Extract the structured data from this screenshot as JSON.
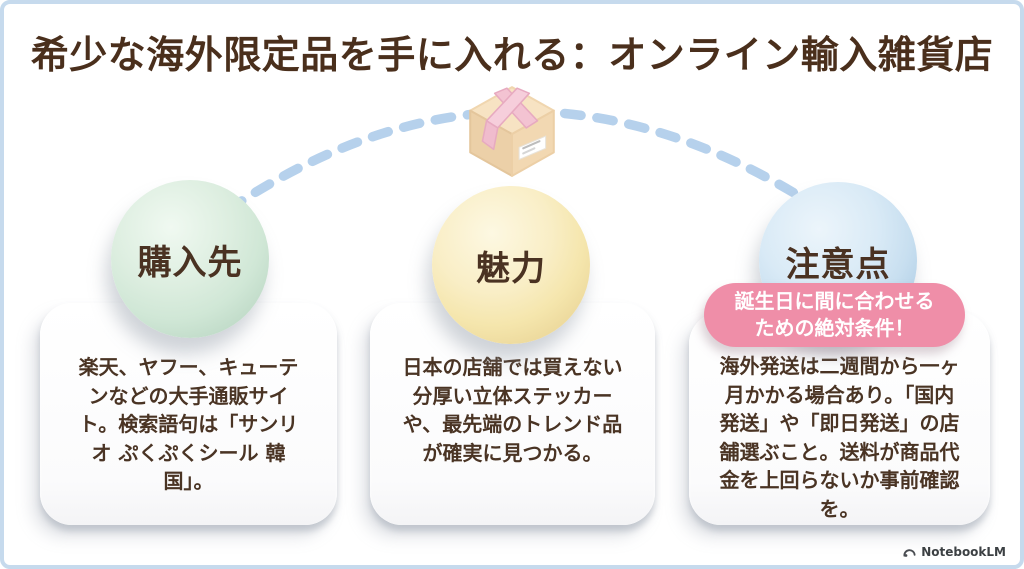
{
  "title": "希少な海外限定品を手に入れる：オンライン輸入雑貨店",
  "center_icon": "gift-package-icon",
  "columns": [
    {
      "id": "purchase-source",
      "sphere_label": "購入先",
      "sphere_color": "#d7ebdb",
      "body": "楽天、ヤフー、キューテンなどの大手通販サイト。検索語句は「サンリオ ぷくぷくシール 韓国」。"
    },
    {
      "id": "appeal",
      "sphere_label": "魅力",
      "sphere_color": "#f7eabd",
      "body": "日本の店舗では買えない分厚い立体ステッカーや、最先端のトレンド品が確実に見つかる。"
    },
    {
      "id": "caution",
      "sphere_label": "注意点",
      "sphere_color": "#cbe1f2",
      "badge": "誕生日に間に合わせるための絶対条件！",
      "body": "海外発送は二週間から一ヶ月かかる場合あり。「国内発送」や「即日発送」の店舗選ぶこと。送料が商品代金を上回らないか事前確認を。"
    }
  ],
  "footer": {
    "brand": "NotebookLM"
  },
  "colors": {
    "title_text": "#4a2f1c",
    "body_text": "#4a3424",
    "frame_border": "#c6daed",
    "connector_dash": "#b6d1ec",
    "card_bg": "#ffffff",
    "badge_bg": "#ef8ea8",
    "badge_text": "#ffffff",
    "package_beige": "#f1d7b1",
    "package_ribbon": "#f3c3d2"
  }
}
